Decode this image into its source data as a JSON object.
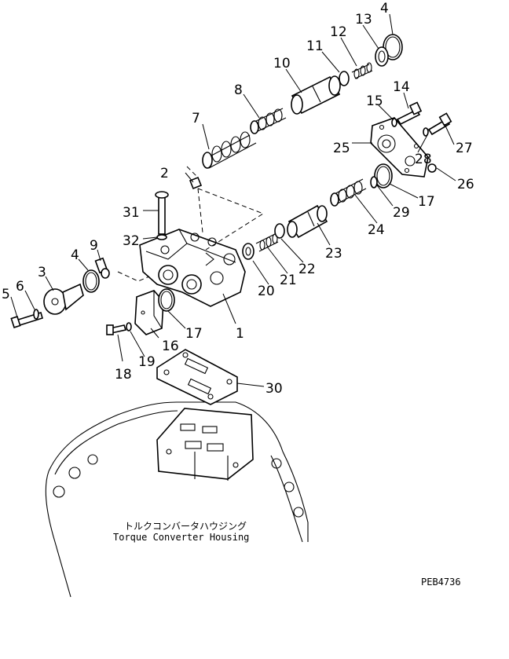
{
  "diagram": {
    "callouts": [
      {
        "id": "c1",
        "text": "1"
      },
      {
        "id": "c2",
        "text": "2"
      },
      {
        "id": "c3",
        "text": "3"
      },
      {
        "id": "c4a",
        "text": "4"
      },
      {
        "id": "c4b",
        "text": "4"
      },
      {
        "id": "c5",
        "text": "5"
      },
      {
        "id": "c6",
        "text": "6"
      },
      {
        "id": "c7",
        "text": "7"
      },
      {
        "id": "c8",
        "text": "8"
      },
      {
        "id": "c9",
        "text": "9"
      },
      {
        "id": "c10",
        "text": "10"
      },
      {
        "id": "c11",
        "text": "11"
      },
      {
        "id": "c12",
        "text": "12"
      },
      {
        "id": "c13",
        "text": "13"
      },
      {
        "id": "c14",
        "text": "14"
      },
      {
        "id": "c15",
        "text": "15"
      },
      {
        "id": "c16",
        "text": "16"
      },
      {
        "id": "c17a",
        "text": "17"
      },
      {
        "id": "c17b",
        "text": "17"
      },
      {
        "id": "c18",
        "text": "18"
      },
      {
        "id": "c19",
        "text": "19"
      },
      {
        "id": "c20",
        "text": "20"
      },
      {
        "id": "c21",
        "text": "21"
      },
      {
        "id": "c22",
        "text": "22"
      },
      {
        "id": "c23",
        "text": "23"
      },
      {
        "id": "c24",
        "text": "24"
      },
      {
        "id": "c25",
        "text": "25"
      },
      {
        "id": "c26",
        "text": "26"
      },
      {
        "id": "c27",
        "text": "27"
      },
      {
        "id": "c28",
        "text": "28"
      },
      {
        "id": "c29",
        "text": "29"
      },
      {
        "id": "c30",
        "text": "30"
      },
      {
        "id": "c31",
        "text": "31"
      },
      {
        "id": "c32",
        "text": "32"
      }
    ],
    "housing_label_jp": "トルクコンバータハウジング",
    "housing_label_en": "Torque Converter Housing",
    "reference_code": "PEB4736"
  }
}
